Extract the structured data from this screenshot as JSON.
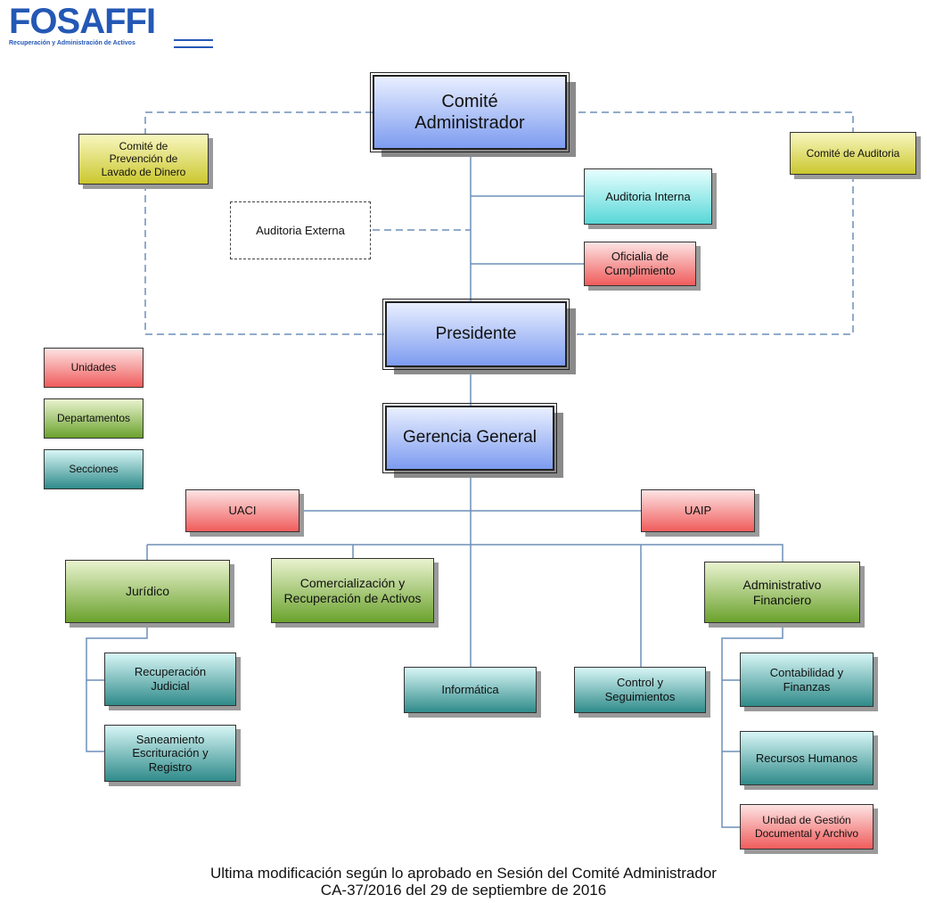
{
  "logo": {
    "name": "FOSAFFI",
    "tagline": "Recuperación y Administración de Activos"
  },
  "nodes": {
    "comite_administrador": "Comité Administrador",
    "comite_prevencion": "Comité de Prevención de Lavado de Dinero",
    "comite_auditoria": "Comité de Auditoria",
    "auditoria_interna": "Auditoria Interna",
    "auditoria_externa": "Auditoria Externa",
    "oficialia_cumplimiento": "Oficialia de Cumplimiento",
    "presidente": "Presidente",
    "gerencia_general": "Gerencia General",
    "uaci": "UACI",
    "uaip": "UAIP",
    "juridico": "Jurídico",
    "comercializacion": "Comercialización y Recuperación de Activos",
    "administrativo": "Administrativo Financiero",
    "recuperacion_judicial": "Recuperación Judicial",
    "saneamiento": "Saneamiento Escrituración y Registro",
    "informatica": "Informática",
    "control": "Control y Seguimientos",
    "contabilidad": "Contabilidad y Finanzas",
    "recursos_humanos": "Recursos Humanos",
    "gestion_documental": "Unidad de Gestión Documental y Archivo"
  },
  "legend": {
    "unidades": "Unidades",
    "departamentos": "Departamentos",
    "secciones": "Secciones"
  },
  "colors": {
    "blue": "#7d9cf0",
    "yellow": "#cbc72f",
    "cyan": "#58d7d7",
    "red": "#f05c5c",
    "green": "#6ba22d",
    "teal": "#2f8b8a",
    "connector": "#6d8fb8"
  },
  "footer": {
    "line1": "Ultima modificación según lo aprobado en Sesión del Comité Administrador",
    "line2": "CA-37/2016 del 29 de septiembre de 2016"
  }
}
